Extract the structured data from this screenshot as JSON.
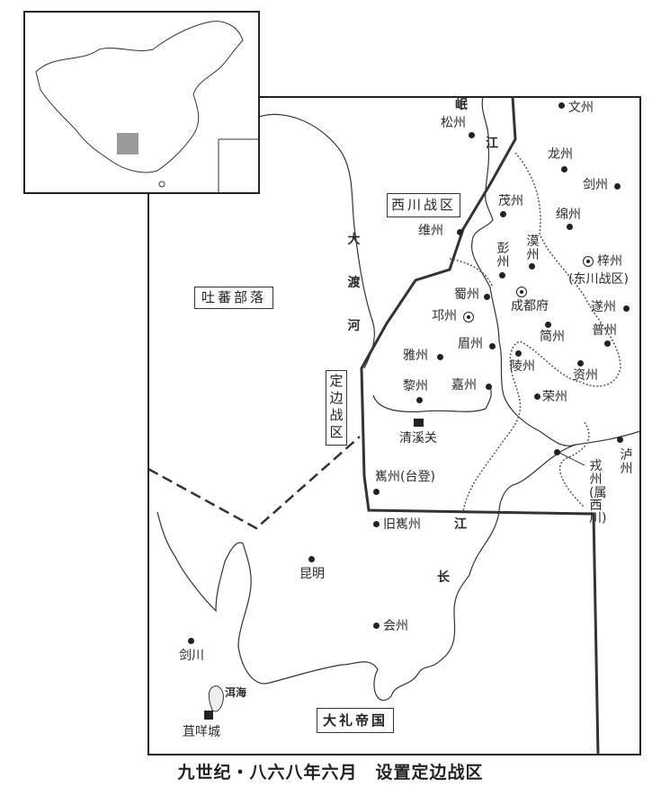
{
  "caption": "九世纪・八六八年六月　设置定边战区",
  "regions": {
    "xichuan": "西川战区",
    "tubo": "吐蕃部落",
    "dingbian": "定边战区",
    "dali": "大礼帝国",
    "dongchuan": "(东川战区)"
  },
  "rivers": {
    "min_1": "岷",
    "min_2": "江",
    "dadu": "大渡河",
    "chang_1": "江",
    "chang_2": "长",
    "erhai": "洱海"
  },
  "places": {
    "songzhou": "松州",
    "wenzhou": "文州",
    "longzhou": "龙州",
    "jianzhou": "剑州",
    "mianzhou": "绵州",
    "maozhou": "茂州",
    "weizhou": "维州",
    "pengzhou": "彭州",
    "hanzhou": "漠州",
    "zizhou": "梓州",
    "shuzhou": "蜀州",
    "chengdu": "成都府",
    "qiongzhou": "邛州",
    "suizhou": "遂州",
    "jianzhou2": "简州",
    "puzhou": "普州",
    "meizhou": "眉州",
    "yazhou": "雅州",
    "lingzhou": "陵州",
    "zizhou2": "资州",
    "lizhou": "黎州",
    "jiazhou": "嘉州",
    "rongzhou": "荣州",
    "qingxiguan": "清溪关",
    "luzhou": "泸州",
    "rongzhou2": "戎州",
    "rongzhou2_note": "(属西川)",
    "xizhou": "嶲州(台登)",
    "jiuxizhou": "旧嶲州",
    "kunming": "昆明",
    "huizhou": "会州",
    "jianchuan": "剑川",
    "yangjucheng": "苴咩城"
  }
}
